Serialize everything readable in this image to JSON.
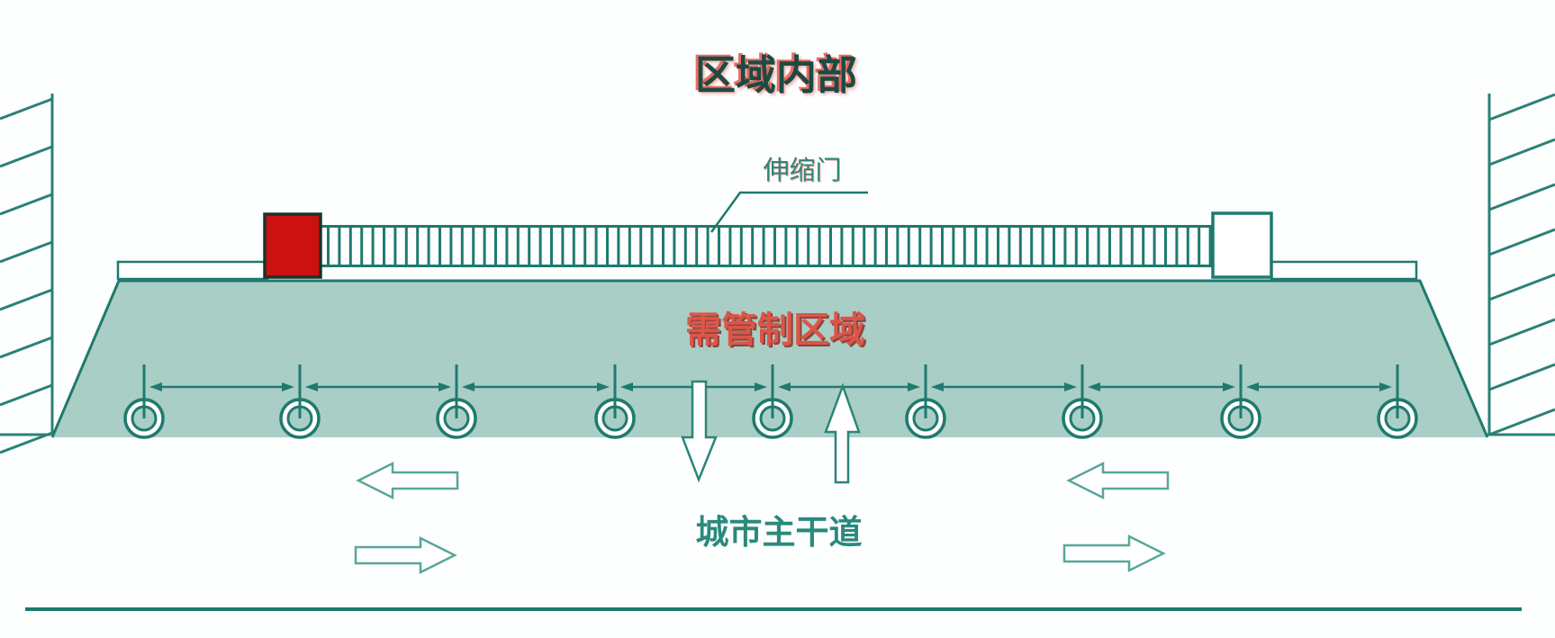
{
  "diagram": {
    "title": "区域内部",
    "labels": {
      "gate": "伸缩门",
      "controlled_area": "需管制区域",
      "road": "城市主干道"
    },
    "colors": {
      "teal_line": "#1E7A6E",
      "area_fill": "#A9CEC6",
      "red_box_fill": "#CC1111",
      "red_box_border": "#16332F",
      "title_text": "#1D4A45",
      "title_red_fringe": "#E25648",
      "controlled_label_text": "#DD5547",
      "road_label_text": "#2A8A7C",
      "outline_arrow": "#57A79A"
    },
    "bollards": {
      "count": 9,
      "x_positions": [
        160,
        333,
        507,
        683,
        858,
        1028,
        1202,
        1378,
        1552
      ]
    },
    "traffic_arrows": {
      "westbound_count": 2,
      "eastbound_count": 2,
      "entry_arrow": "down",
      "exit_arrow": "up"
    }
  }
}
